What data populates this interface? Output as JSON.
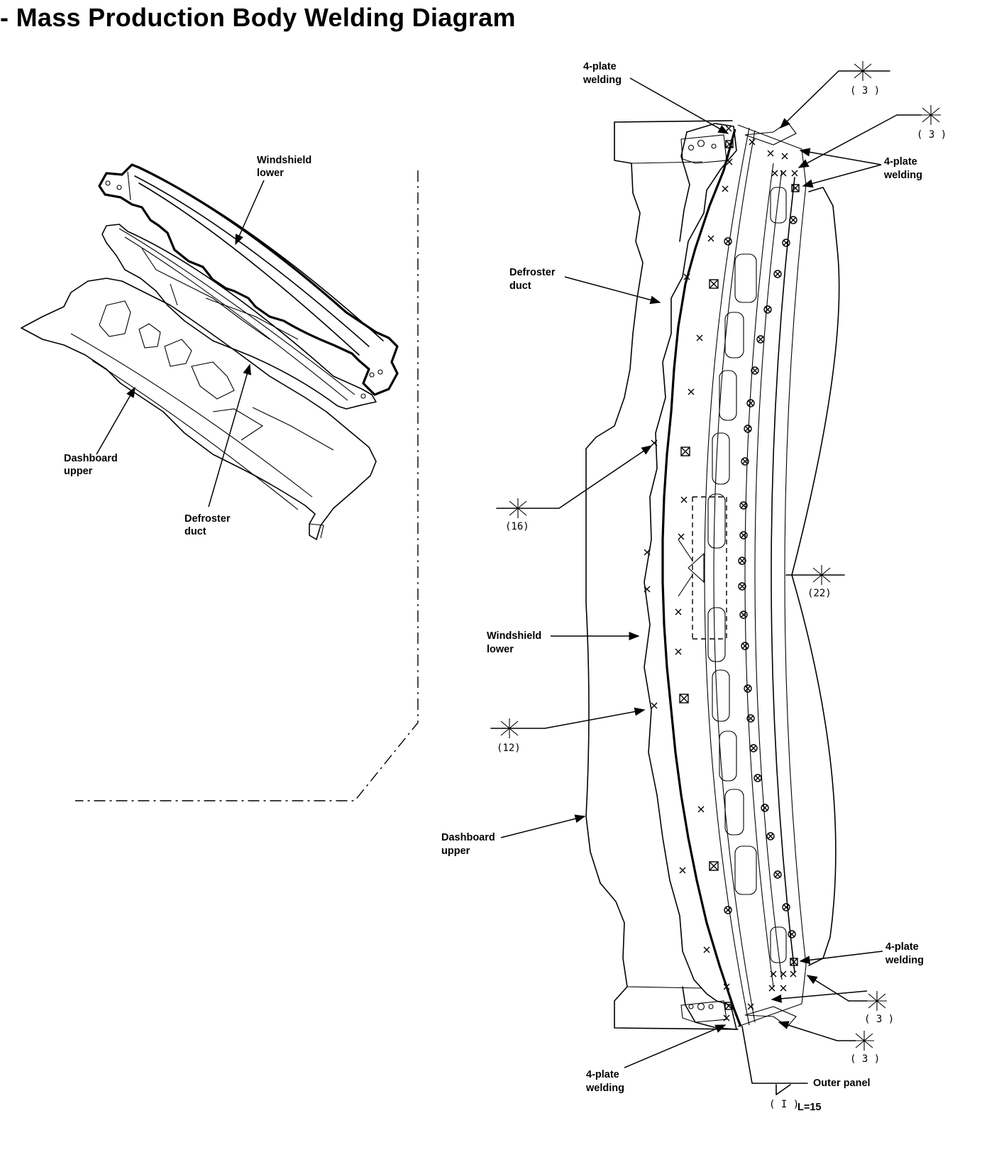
{
  "title": "- Mass Production Body Welding Diagram",
  "exploded_view": {
    "windshield_lower": [
      "Windshield",
      "lower"
    ],
    "dashboard_upper": [
      "Dashboard",
      "upper"
    ],
    "defroster_duct": [
      "Defroster",
      "duct"
    ]
  },
  "assembly_view": {
    "four_plate_welding_top_left": [
      "4-plate",
      "welding"
    ],
    "four_plate_welding_top_right": [
      "4-plate",
      "welding"
    ],
    "four_plate_welding_bottom_right": [
      "4-plate",
      "welding"
    ],
    "four_plate_welding_bottom_left": [
      "4-plate",
      "welding"
    ],
    "defroster_duct": [
      "Defroster",
      "duct"
    ],
    "windshield_lower": [
      "Windshield",
      "lower"
    ],
    "dashboard_upper": [
      "Dashboard",
      "upper"
    ],
    "outer_panel": "Outer panel",
    "weld_counts": {
      "top_1": "( 3 )",
      "top_2": "( 3 )",
      "left_16": "(16)",
      "right_22": "(22)",
      "left_12": "(12)",
      "bottom_1": "( 3 )",
      "bottom_2": "( 3 )",
      "outer_panel": "( I )",
      "length_note": "L=15"
    }
  }
}
